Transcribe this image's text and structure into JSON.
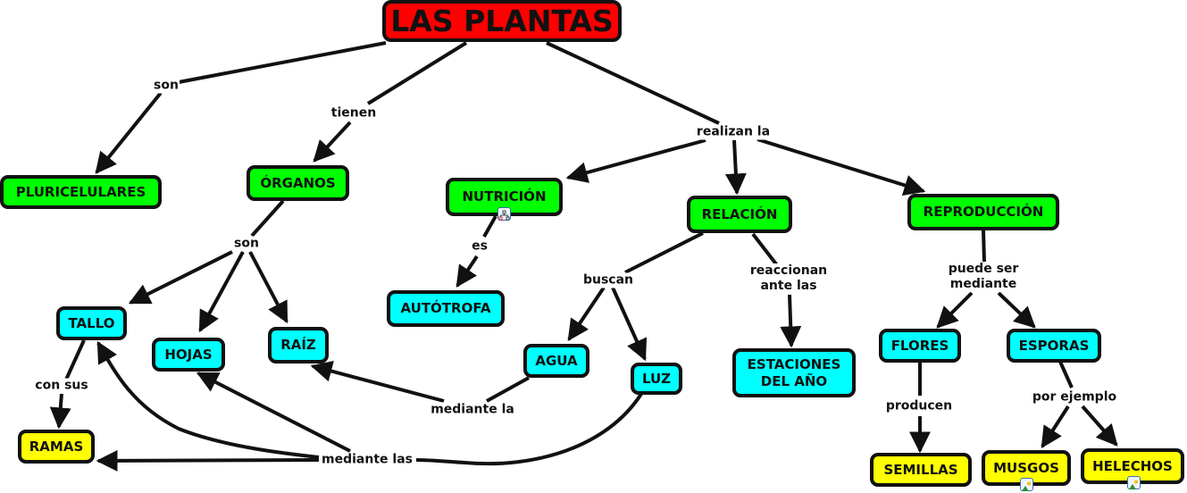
{
  "colors": {
    "root": "#ff0000",
    "main": "#00ff00",
    "secondary": "#00ffff",
    "leaf": "#ffff00",
    "line": "#111111"
  },
  "nodes": {
    "plantas": "LAS PLANTAS",
    "pluricelulares": "PLURICELULARES",
    "organos": "ÓRGANOS",
    "nutricion": "NUTRICIÓN",
    "relacion": "RELACIÓN",
    "reproduccion": "REPRODUCCIÓN",
    "tallo": "TALLO",
    "hojas": "HOJAS",
    "raiz": "RAÍZ",
    "autotrofa": "AUTÓTROFA",
    "agua": "AGUA",
    "luz": "LUZ",
    "estaciones": "ESTACIONES\nDEL AÑO",
    "flores": "FLORES",
    "esporas": "ESPORAS",
    "ramas": "RAMAS",
    "semillas": "SEMILLAS",
    "musgos": "MUSGOS",
    "helechos": "HELECHOS"
  },
  "links": {
    "son_1": "son",
    "tienen": "tienen",
    "realizan_la": "realizan la",
    "son_2": "son",
    "es": "es",
    "buscan": "buscan",
    "reaccionan": "reaccionan\nante las",
    "puede_ser": "puede ser\nmediante",
    "con_sus": "con sus",
    "mediante_la": "mediante la",
    "mediante_las": "mediante las",
    "producen": "producen",
    "por_ejemplo": "por ejemplo"
  },
  "icons": {
    "nutricion": "submap-icon",
    "musgos": "image-icon",
    "helechos": "image-icon"
  }
}
